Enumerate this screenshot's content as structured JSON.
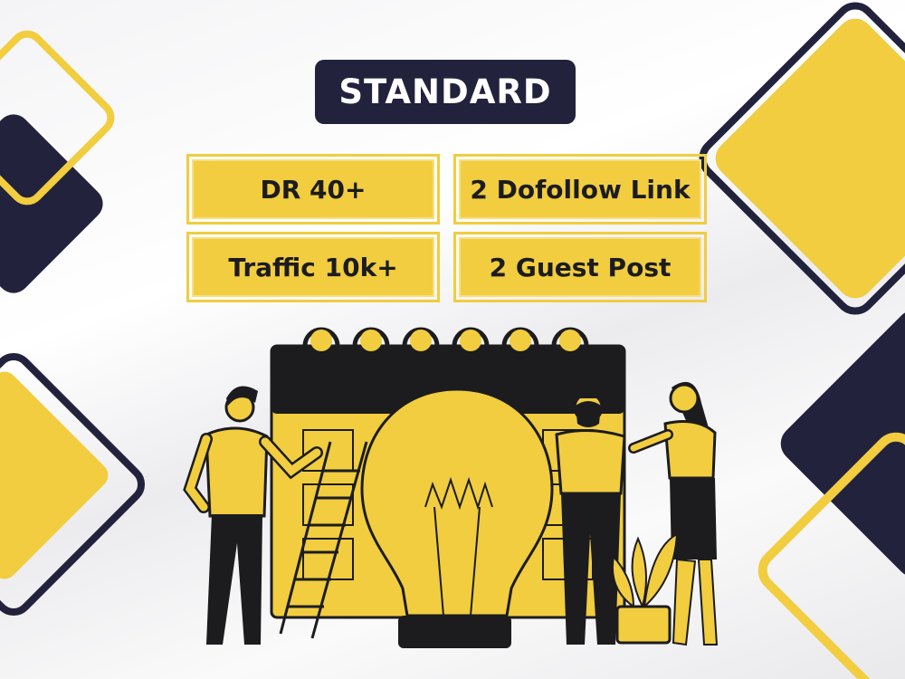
{
  "header": {
    "title": "STANDARD"
  },
  "features": [
    {
      "label": "DR 40+"
    },
    {
      "label": "2 Dofollow Link"
    },
    {
      "label": "Traffic 10k+"
    },
    {
      "label": "2 Guest Post"
    }
  ],
  "colors": {
    "navy": "#22223d",
    "yellow": "#f1cd3f",
    "ink": "#1c1c1f",
    "background": "#f4f4f6"
  },
  "illustration": {
    "icons": [
      "calendar-icon",
      "lightbulb-icon",
      "ladder-icon",
      "plant-icon",
      "person-icon"
    ]
  }
}
